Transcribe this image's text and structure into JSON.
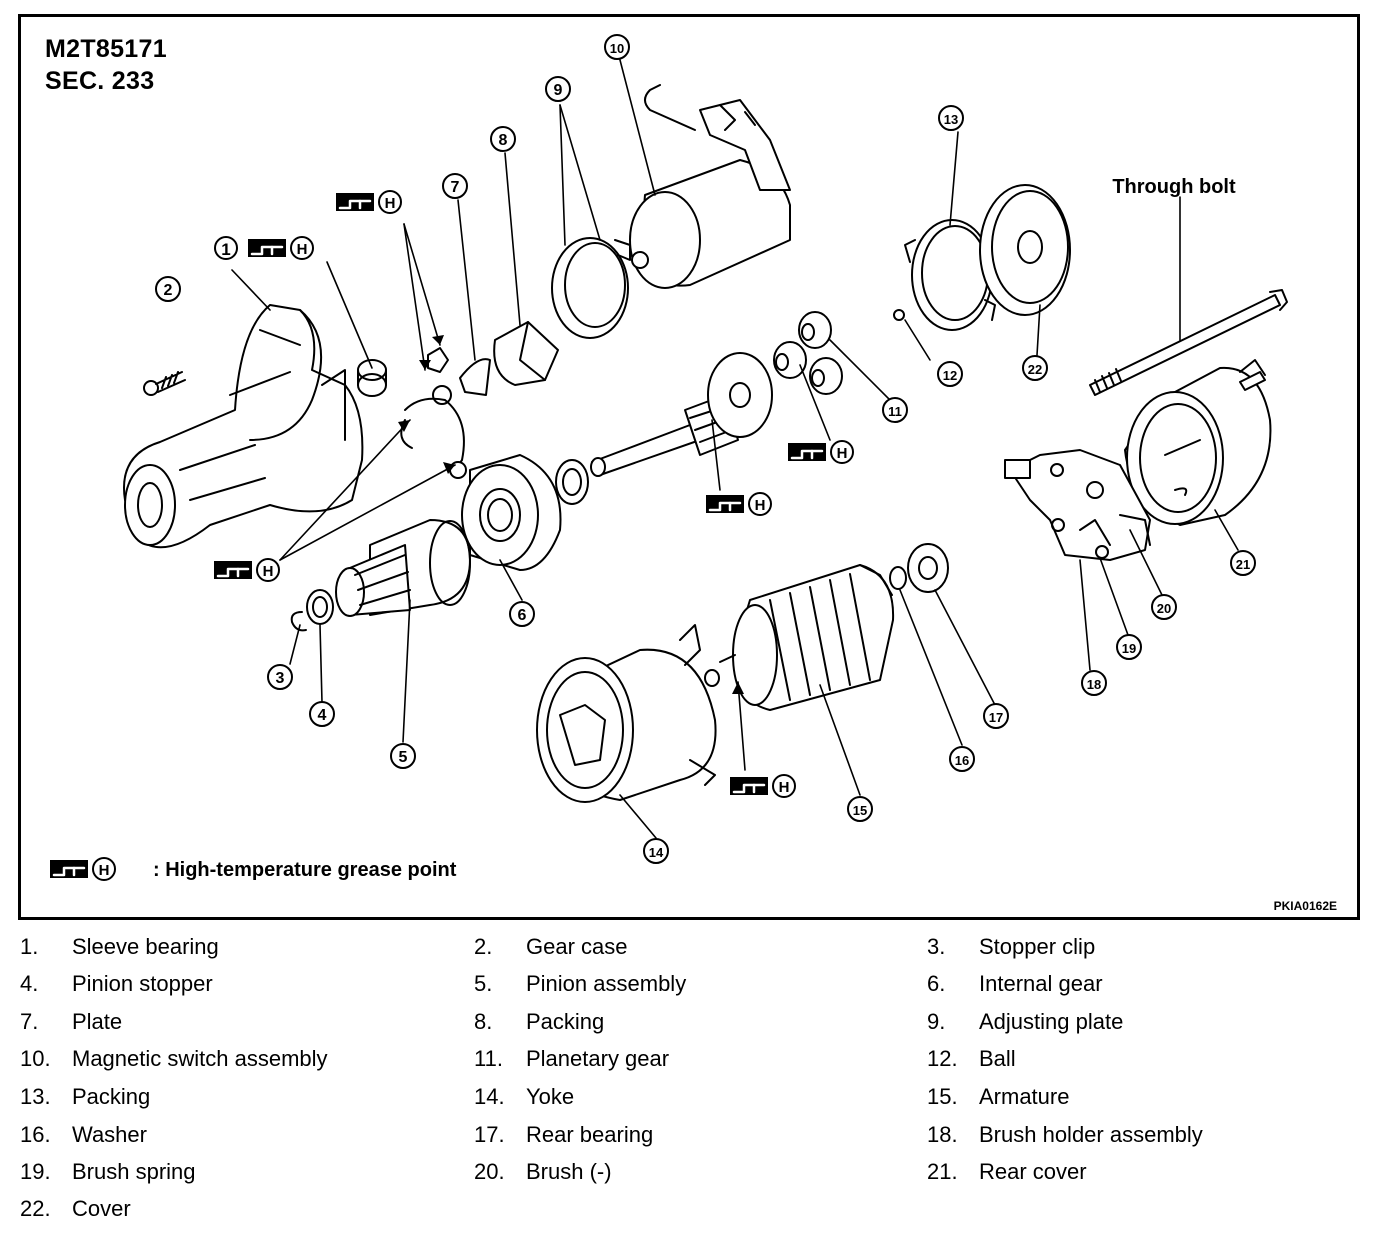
{
  "header": {
    "code": "M2T85171",
    "section": "SEC. 233"
  },
  "figure_id": "PKIA0162E",
  "labels": {
    "through_bolt": "Through bolt",
    "grease_legend": ": High-temperature grease point",
    "grease_symbol": "H"
  },
  "callouts": [
    "1",
    "2",
    "3",
    "4",
    "5",
    "6",
    "7",
    "8",
    "9",
    "10",
    "11",
    "12",
    "13",
    "14",
    "15",
    "16",
    "17",
    "18",
    "19",
    "20",
    "21",
    "22"
  ],
  "parts": [
    {
      "num": "1.",
      "name": "Sleeve bearing"
    },
    {
      "num": "2.",
      "name": "Gear case"
    },
    {
      "num": "3.",
      "name": "Stopper clip"
    },
    {
      "num": "4.",
      "name": "Pinion stopper"
    },
    {
      "num": "5.",
      "name": "Pinion assembly"
    },
    {
      "num": "6.",
      "name": "Internal gear"
    },
    {
      "num": "7.",
      "name": "Plate"
    },
    {
      "num": "8.",
      "name": "Packing"
    },
    {
      "num": "9.",
      "name": "Adjusting plate"
    },
    {
      "num": "10.",
      "name": "Magnetic switch assembly"
    },
    {
      "num": "11.",
      "name": "Planetary gear"
    },
    {
      "num": "12.",
      "name": "Ball"
    },
    {
      "num": "13.",
      "name": "Packing"
    },
    {
      "num": "14.",
      "name": "Yoke"
    },
    {
      "num": "15.",
      "name": "Armature"
    },
    {
      "num": "16.",
      "name": "Washer"
    },
    {
      "num": "17.",
      "name": "Rear bearing"
    },
    {
      "num": "18.",
      "name": "Brush holder assembly"
    },
    {
      "num": "19.",
      "name": "Brush spring"
    },
    {
      "num": "20.",
      "name": "Brush (-)"
    },
    {
      "num": "21.",
      "name": "Rear cover"
    },
    {
      "num": "22.",
      "name": "Cover"
    }
  ]
}
